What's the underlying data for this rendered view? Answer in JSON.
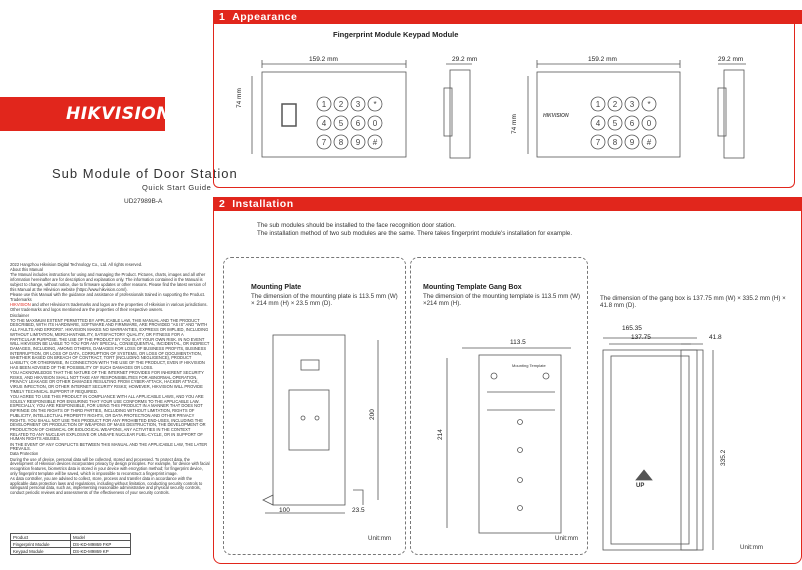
{
  "left": {
    "brand": "HIKVISION",
    "title": "Sub  Module  of  Door  Station",
    "subtitle": "Quick  Start  Guide",
    "code": "UD27989B-A",
    "legal": [
      "2022  Hangzhou  Hikvision  Digital  Technology  Co.,  Ltd.  All  rights  reserved.",
      "About  this  Manual",
      "The  Manual  includes  instructions  for  using  and  managing  the  Product.  Pictures,  charts,  images  and  all  other  information  hereinafter  are  for  description  and  explanation  only.  The  information  contained  in  the  Manual  is  subject  to  change,  without  notice,  due  to  firmware  updates  or  other  reasons.  Please  find  the  latest  version  of  this  Manual  at  the  Hikvision  website  (https://www.hikvision.com/).",
      "Please  use  this  Manual  with  the  guidance  and  assistance  of  professionals  trained  in  supporting  the  Product.",
      "Trademarks",
      "and  other  Hikvision's  trademarks  and  logos  are  the  properties  of  Hikvision  in  various  jurisdictions.",
      "Other  trademarks  and  logos  mentioned  are  the  properties  of  their  respective  owners.",
      "Disclaimer",
      "TO  THE  MAXIMUM  EXTENT  PERMITTED  BY  APPLICABLE  LAW,  THIS  MANUAL  AND  THE  PRODUCT  DESCRIBED,  WITH  ITS  HARDWARE,  SOFTWARE  AND  FIRMWARE,  ARE  PROVIDED  \"AS  IS\"  AND  \"WITH  ALL  FAULTS  AND  ERRORS\".  HIKVISION  MAKES  NO  WARRANTIES,  EXPRESS  OR  IMPLIED,  INCLUDING  WITHOUT  LIMITATION,  MERCHANTABILITY,  SATISFACTORY  QUALITY,  OR  FITNESS  FOR  A  PARTICULAR  PURPOSE.  THE  USE  OF  THE  PRODUCT  BY  YOU  IS  AT  YOUR  OWN  RISK.  IN  NO  EVENT  WILL  HIKVISION  BE  LIABLE  TO  YOU  FOR  ANY  SPECIAL,  CONSEQUENTIAL,  INCIDENTAL,  OR  INDIRECT  DAMAGES,  INCLUDING,  AMONG  OTHERS,  DAMAGES  FOR  LOSS  OF  BUSINESS  PROFITS,  BUSINESS  INTERRUPTION,  OR  LOSS  OF  DATA,  CORRUPTION  OF  SYSTEMS,  OR  LOSS  OF  DOCUMENTATION,  WHETHER  BASED  ON  BREACH  OF  CONTRACT,  TORT  (INCLUDING  NEGLIGENCE),  PRODUCT  LIABILITY,  OR  OTHERWISE,  IN  CONNECTION  WITH  THE  USE  OF  THE  PRODUCT,  EVEN  IF  HIKVISION  HAS  BEEN  ADVISED  OF  THE  POSSIBILITY  OF  SUCH  DAMAGES  OR  LOSS.",
      "YOU  ACKNOWLEDGE  THAT  THE  NATURE  OF  THE  INTERNET  PROVIDES  FOR  INHERENT  SECURITY  RISKS,  AND  HIKVISION  SHALL  NOT  TAKE  ANY  RESPONSIBILITIES  FOR  ABNORMAL  OPERATION,  PRIVACY  LEAKAGE  OR  OTHER  DAMAGES  RESULTING  FROM  CYBER-ATTACK,  HACKER  ATTACK,  VIRUS  INFECTION,  OR  OTHER  INTERNET  SECURITY  RISKS;  HOWEVER,  HIKVISION  WILL  PROVIDE  TIMELY  TECHNICAL  SUPPORT  IF  REQUIRED.",
      "YOU  AGREE  TO  USE  THIS  PRODUCT  IN  COMPLIANCE  WITH  ALL  APPLICABLE  LAWS,  AND  YOU  ARE  SOLELY  RESPONSIBLE  FOR  ENSURING  THAT  YOUR  USE  CONFORMS  TO  THE  APPLICABLE  LAW.  ESPECIALLY,  YOU  ARE  RESPONSIBLE,  FOR  USING  THIS  PRODUCT  IN  A  MANNER  THAT  DOES  NOT  INFRINGE  ON  THE  RIGHTS  OF  THIRD  PARTIES,  INCLUDING  WITHOUT  LIMITATION,  RIGHTS  OF  PUBLICITY,  INTELLECTUAL  PROPERTY  RIGHTS,  OR  DATA  PROTECTION  AND  OTHER  PRIVACY  RIGHTS.  YOU  SHALL  NOT  USE  THIS  PRODUCT  FOR  ANY  PROHIBITED  END-USES,  INCLUDING  THE  DEVELOPMENT  OR  PRODUCTION  OF  WEAPONS  OF  MASS  DESTRUCTION,  THE  DEVELOPMENT  OR  PRODUCTION  OF  CHEMICAL  OR  BIOLOGICAL  WEAPONS,  ANY  ACTIVITIES  IN  THE  CONTEXT  RELATED  TO  ANY  NUCLEAR  EXPLOSIVE  OR  UNSAFE  NUCLEAR  FUEL-CYCLE,  OR  IN  SUPPORT  OF  HUMAN  RIGHTS  ABUSES.",
      "IN  THE  EVENT  OF  ANY  CONFLICTS  BETWEEN  THIS  MANUAL  AND  THE  APPLICABLE  LAW,  THE  LATER  PREVAILS.",
      "Data  Protection",
      "During  the  use  of  device,  personal  data  will  be  collected,  stored  and  processed.  To  protect  data,  the  development  of  Hikvision  devices  incorporates  privacy  by  design  principles.  For  example,  for  device  with  facial  recognition  features,  biometrics  data  is  stored  in  your  device  with  encryption  method;  for  fingerprint  device,  only  fingerprint  template  will  be  saved,  which  is  impossible  to  reconstruct  a  fingerprint  image.",
      "As  data  controller,  you  are  advised  to  collect,  store,  process  and  transfer  data  in  accordance  with  the  applicable  data  protection  laws  and  regulations,  including  without  limitation,  conducting  security  controls  to  safeguard  personal  data,  such  as,  implementing  reasonable  administrative  and  physical  security  controls,  conduct  periodic  reviews  and  assessments  of  the  effectiveness  of  your  security  controls."
    ],
    "table": {
      "head": [
        "Product",
        "Model"
      ],
      "rows": [
        [
          "Fingerprint Module",
          "DS-KD-M9869 FKP"
        ],
        [
          "Keypad Module",
          "DS-KD-M9869 KP"
        ]
      ]
    }
  },
  "appearance": {
    "number": "1",
    "label": "Appearance",
    "heading": "Fingerprint  Module  Keypad  Module",
    "width1": "159.2   mm",
    "depth1": "29.2   mm",
    "width2": "159.2   mm",
    "depth2": "29.2   mm",
    "height1": "74   mm",
    "height2": "74   mm",
    "brand_on_device": "HIKVISION",
    "keys": [
      "1",
      "2",
      "3",
      "*",
      "4",
      "5",
      "6",
      "0",
      "7",
      "8",
      "9",
      "#"
    ],
    "keys2": [
      "1",
      "2",
      "3",
      "*",
      "4",
      "5",
      "6",
      "0",
      "7",
      "8",
      "9",
      "#"
    ]
  },
  "installation": {
    "number": "2",
    "label": "Installation",
    "intro1": "The  sub  modules  should  be  installed  to  the  face  recognition  door  station.",
    "intro2": "The  installation  method  of  two  sub  modules  are  the  same.  There  takes  fingerprint  module's  installation  for  example.",
    "plate": {
      "title": "Mounting  Plate",
      "text": "The  dimension  of  the  mounting  plate  is  113.5  mm  (W) × 214  mm  (H)  ×  23.5  mm  (D).",
      "d200": "200",
      "d100": "100",
      "d235": "23.5",
      "unit": "Unit:mm"
    },
    "template": {
      "title": "Mounting  Template  Gang  Box",
      "text": "The  dimension  of  the  mounting  template  is  113.5  mm  (W)  ×214  mm  (H).",
      "d1135": "113.5",
      "d214": "214",
      "inner_title": "Mounting Template",
      "unit": "Unit:mm"
    },
    "gangbox": {
      "text": "The  dimension  of  the  gang  box  is  137.75  mm  (W)  ×  335.2  mm  (H)  ×  41.8  mm  (D).",
      "d16535": "165.35",
      "d13775": "137.75",
      "d418": "41.8",
      "d3352": "335.2",
      "up": "UP",
      "unit": "Unit:mm"
    }
  }
}
